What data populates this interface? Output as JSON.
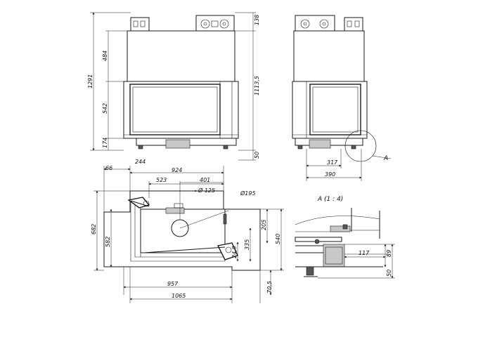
{
  "dimensions": {
    "h138": "138",
    "h484": "484",
    "h1291": "1291",
    "h542": "542",
    "h174": "174",
    "h1113": "1113,5",
    "h50": "50",
    "d317": "317",
    "d390": "390",
    "d66": "66",
    "d244": "244",
    "d924": "924",
    "d523": "523",
    "d401": "401",
    "d125": "Ø 125",
    "d195": "Ø195",
    "d682": "682",
    "d582": "582",
    "d205": "205",
    "d540": "540",
    "d335": "335",
    "d249": "24,9",
    "d957": "957",
    "d1065": "1065",
    "d705": "70,5",
    "d117": "117",
    "d89": "89",
    "d50b": "50"
  },
  "labels": {
    "callout": "A",
    "detail_title": "A (1 : 4)"
  }
}
